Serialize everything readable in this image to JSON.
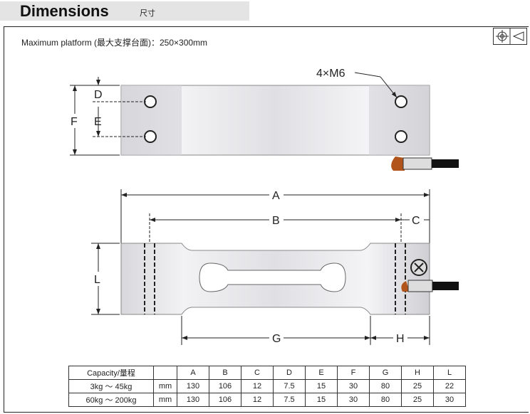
{
  "header": {
    "title": "Dimensions",
    "subtitle": "尺寸"
  },
  "platform": "Maximum platform (最大支撑台面)：250×300mm",
  "labels": {
    "holes": "4×M6",
    "A": "A",
    "B": "B",
    "C": "C",
    "D": "D",
    "E": "E",
    "F": "F",
    "G": "G",
    "H": "H",
    "L": "L"
  },
  "table": {
    "headers": [
      "Capacity/量程",
      "",
      "A",
      "B",
      "C",
      "D",
      "E",
      "F",
      "G",
      "H",
      "L"
    ],
    "rows": [
      [
        "3kg ～ 45kg",
        "mm",
        "130",
        "106",
        "12",
        "7.5",
        "15",
        "30",
        "80",
        "25",
        "22"
      ],
      [
        "60kg ～ 200kg",
        "mm",
        "130",
        "106",
        "12",
        "7.5",
        "15",
        "30",
        "80",
        "25",
        "30"
      ]
    ]
  }
}
